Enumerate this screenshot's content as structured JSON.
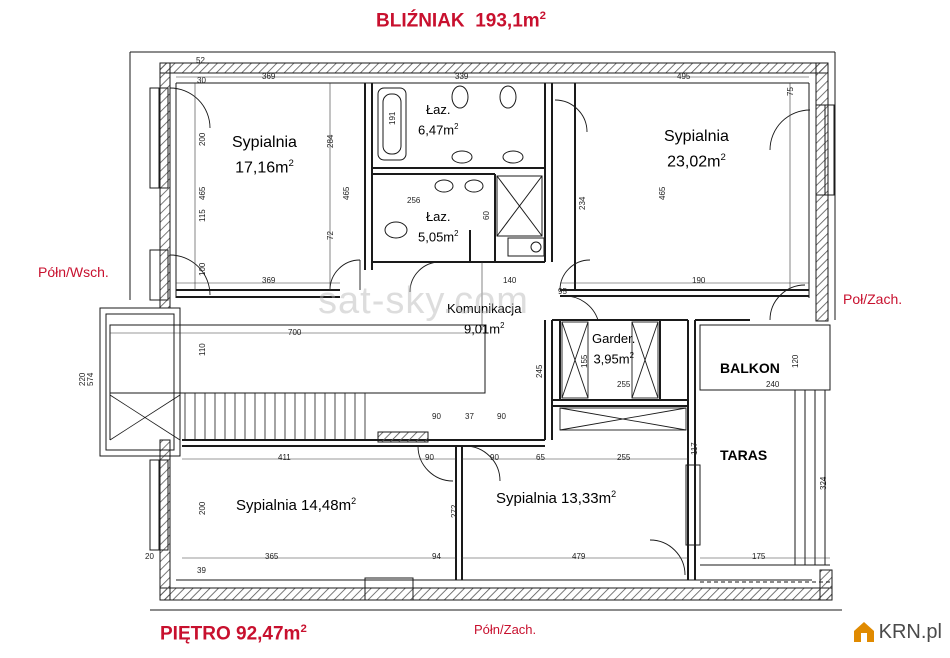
{
  "title": {
    "main": "BLIŹNIAK",
    "area": "193,1m",
    "sup": "2"
  },
  "floor": {
    "label": "PIĘTRO 92,47m",
    "sup": "2"
  },
  "orientation": {
    "left": "Półn/Wsch.",
    "right": "Poł/Zach.",
    "bottom": "Półn/Zach."
  },
  "rooms": [
    {
      "id": "sypialnia-1",
      "name": "Sypialnia",
      "area": "17,16m",
      "sup": "2"
    },
    {
      "id": "lazienka-1",
      "name": "Łaz.",
      "area": "6,47m",
      "sup": "2"
    },
    {
      "id": "sypialnia-2",
      "name": "Sypialnia",
      "area": "23,02m",
      "sup": "2"
    },
    {
      "id": "lazienka-2",
      "name": "Łaz.",
      "area": "5,05m",
      "sup": "2"
    },
    {
      "id": "komunikacja",
      "name": "Komunikacja",
      "area": "9,01m",
      "sup": "2"
    },
    {
      "id": "garderoba",
      "name": "Garder.",
      "area": "3,95m",
      "sup": "2"
    },
    {
      "id": "balkon",
      "name": "BALKON"
    },
    {
      "id": "taras",
      "name": "TARAS"
    },
    {
      "id": "sypialnia-3",
      "name": "Sypialnia 14,48m",
      "sup": "2"
    },
    {
      "id": "sypialnia-4",
      "name": "Sypialnia 13,33m",
      "sup": "2"
    }
  ],
  "dimensions": {
    "top": [
      "52",
      "339",
      "495"
    ],
    "d30": "30",
    "d369": "369",
    "d284": "284",
    "d465": "465",
    "d72": "72",
    "d256": "256",
    "d60": "60",
    "d191": "191",
    "d200": "200",
    "d115": "115",
    "d100": "100",
    "d140": "140",
    "d95": "95",
    "d190": "190",
    "d234": "234",
    "d700": "700",
    "d110": "110",
    "d245": "245",
    "d155": "155",
    "d255": "255",
    "d120": "120",
    "d240": "240",
    "d90": "90",
    "d37": "37",
    "d411": "411",
    "d65": "65",
    "d117": "117",
    "d272": "272",
    "d365": "365",
    "d94": "94",
    "d479": "479",
    "d175": "175",
    "d574": "574",
    "d220": "220",
    "d324": "324",
    "d20": "20",
    "d75": "75",
    "d39": "39"
  },
  "watermark": "sat-sky.com",
  "logo": {
    "text": "KRN.pl",
    "color": "#e08a00"
  },
  "colors": {
    "title": "#c8102e",
    "wall": "#1a1a1a",
    "hatch": "#555555"
  }
}
